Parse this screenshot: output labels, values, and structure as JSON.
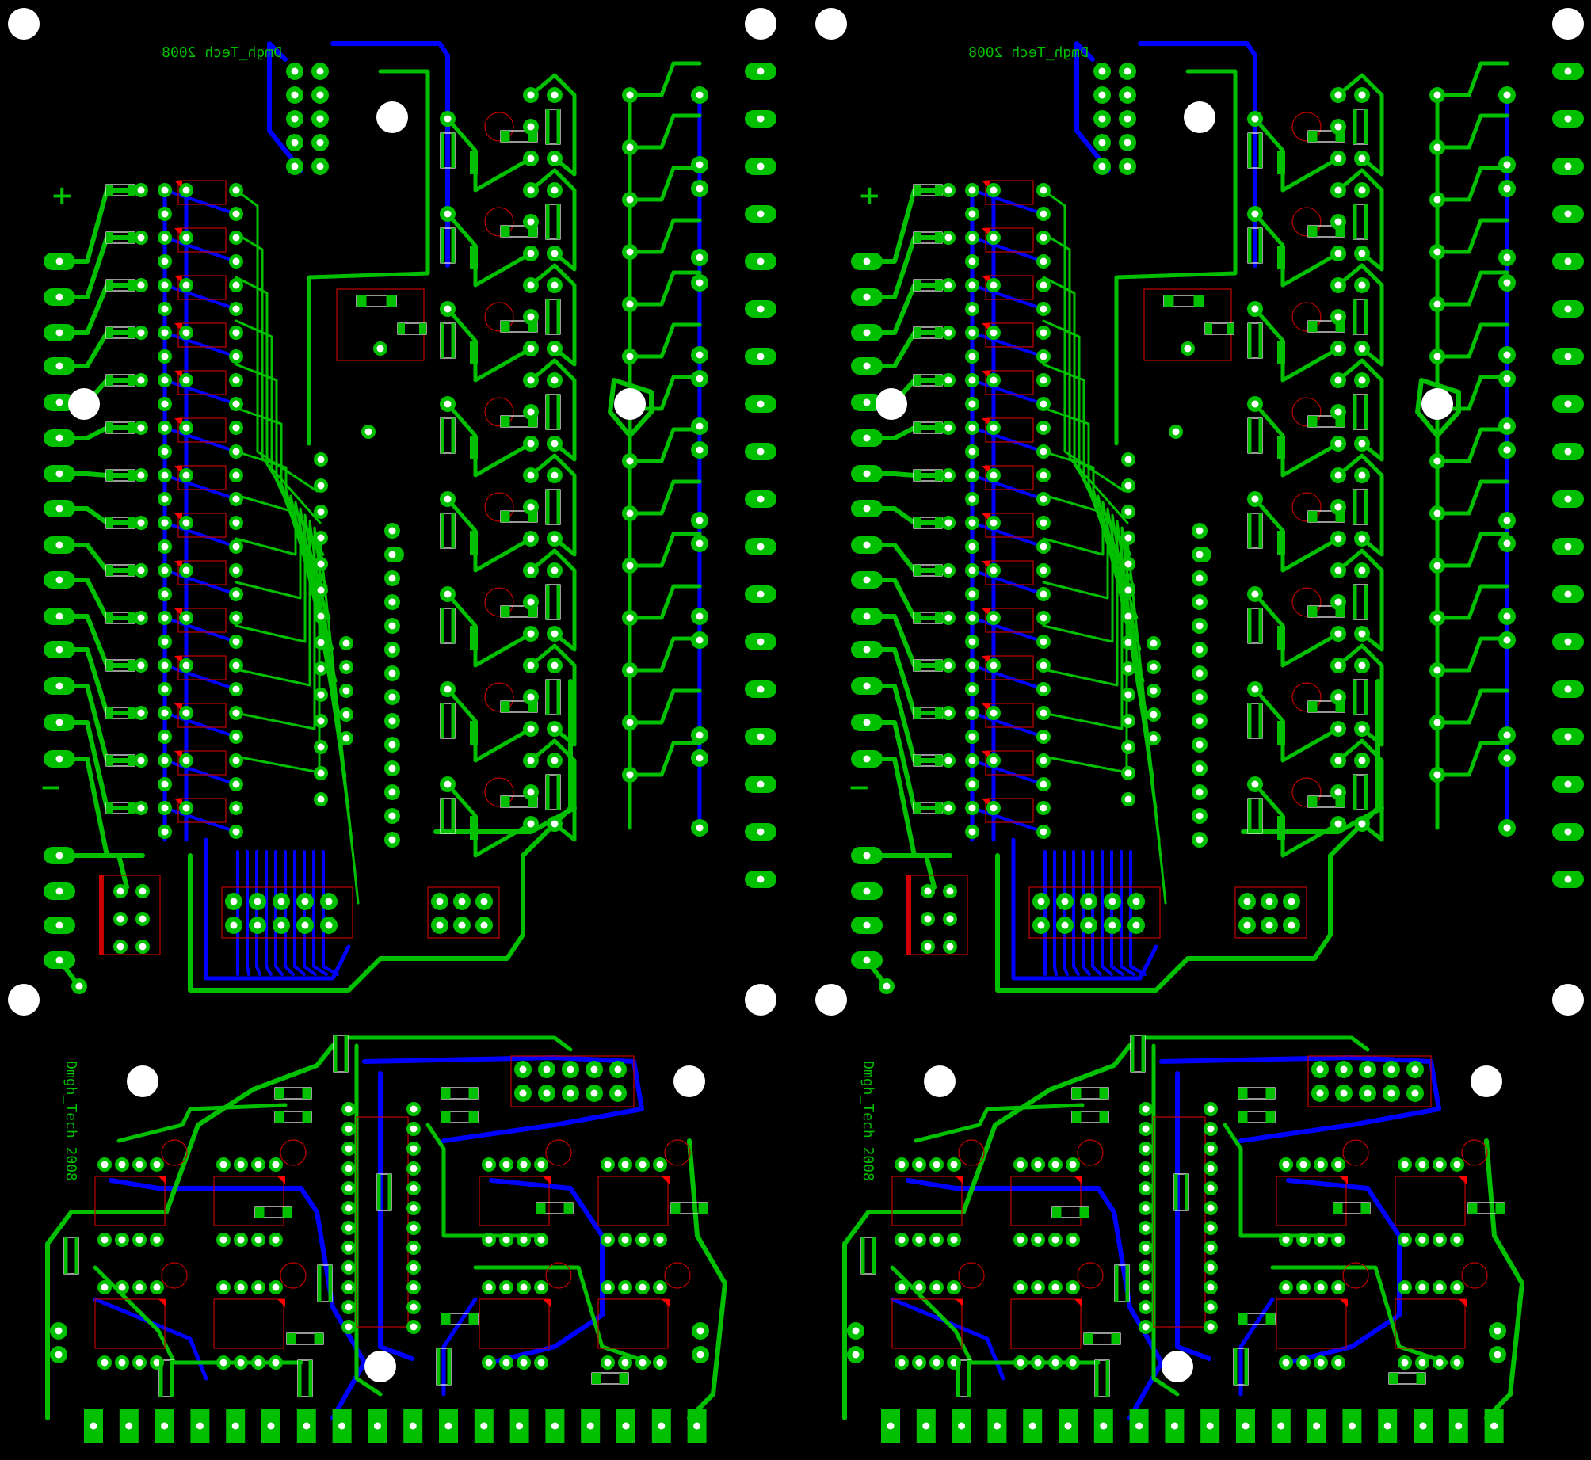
{
  "title": "Dmgh_Tech 2008",
  "colors": {
    "background": "#000000",
    "top_copper": "#0000ff",
    "bottom_copper": "#00c000",
    "silkscreen_outline": "#c00000",
    "mount_hole": "#ffffff",
    "component_marker": "#ff0000"
  },
  "boards": [
    {
      "name": "board-top-left",
      "label": "Dmgh_Tech 2008",
      "plus_marker": "+",
      "minus_marker": "−"
    },
    {
      "name": "board-top-right",
      "label": "Dmgh_Tech 2008",
      "plus_marker": "+",
      "minus_marker": "−"
    },
    {
      "name": "board-bottom-left",
      "label": "Dmgh_Tech 2008"
    },
    {
      "name": "board-bottom-right",
      "label": "Dmgh_Tech 2008"
    }
  ],
  "icons": [
    "mount-hole-icon",
    "pad-icon",
    "via-icon",
    "ic-footprint-icon",
    "connector-icon"
  ]
}
